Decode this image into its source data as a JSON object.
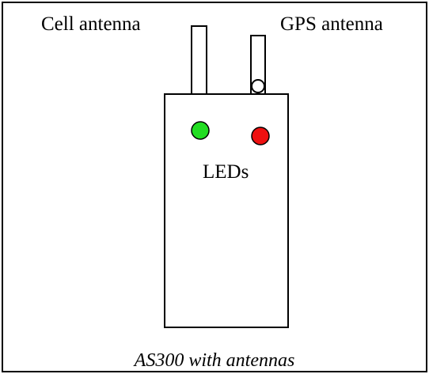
{
  "labels": {
    "cell_antenna": "Cell antenna",
    "gps_antenna": "GPS antenna",
    "leds": "LEDs",
    "caption": "AS300 with antennas"
  },
  "colors": {
    "outline": "#000000",
    "background": "#ffffff",
    "led_green": "#22dd22",
    "led_red": "#ee1111"
  }
}
